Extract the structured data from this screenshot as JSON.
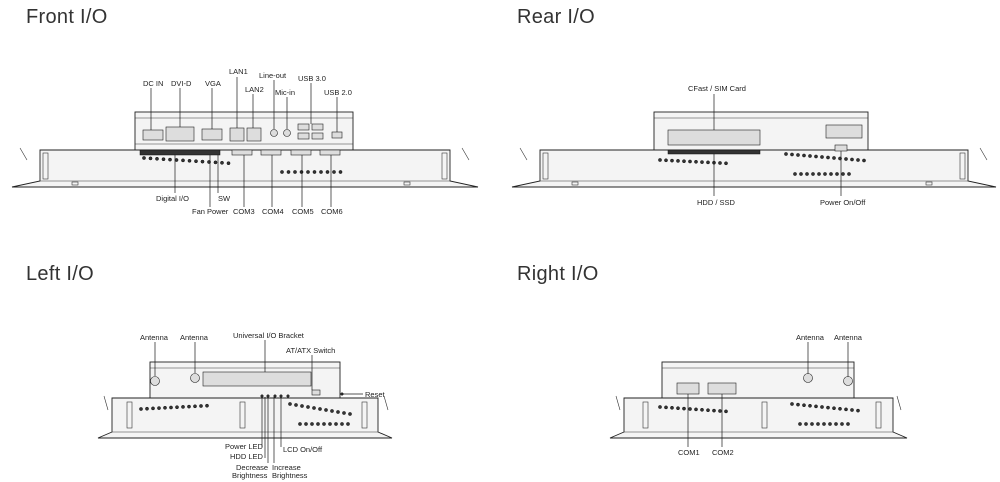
{
  "sections": {
    "front": {
      "title": "Front I/O",
      "labels": {
        "dc_in": "DC IN",
        "dvi_d": "DVI-D",
        "vga": "VGA",
        "lan1": "LAN1",
        "lan2": "LAN2",
        "line_out": "Line-out",
        "mic_in": "Mic-in",
        "usb30": "USB 3.0",
        "usb20": "USB 2.0",
        "digital_io": "Digital I/O",
        "fan_power": "Fan Power",
        "sw": "SW",
        "com3": "COM3",
        "com4": "COM4",
        "com5": "COM5",
        "com6": "COM6"
      }
    },
    "rear": {
      "title": "Rear I/O",
      "labels": {
        "cfast_sim": "CFast / SIM Card",
        "hdd_ssd": "HDD / SSD",
        "power_onoff": "Power On/Off"
      }
    },
    "left": {
      "title": "Left I/O",
      "labels": {
        "antenna_1": "Antenna",
        "antenna_2": "Antenna",
        "universal_bracket": "Universal I/O Bracket",
        "at_atx_switch": "AT/ATX Switch",
        "reset": "Reset",
        "power_led": "Power LED",
        "hdd_led": "HDD LED",
        "lcd_onoff": "LCD On/Off",
        "decrease_1": "Decrease",
        "decrease_2": "Brightness",
        "increase_1": "Increase",
        "increase_2": "Brightness"
      }
    },
    "right": {
      "title": "Right I/O",
      "labels": {
        "antenna_1": "Antenna",
        "antenna_2": "Antenna",
        "com1": "COM1",
        "com2": "COM2"
      }
    }
  }
}
